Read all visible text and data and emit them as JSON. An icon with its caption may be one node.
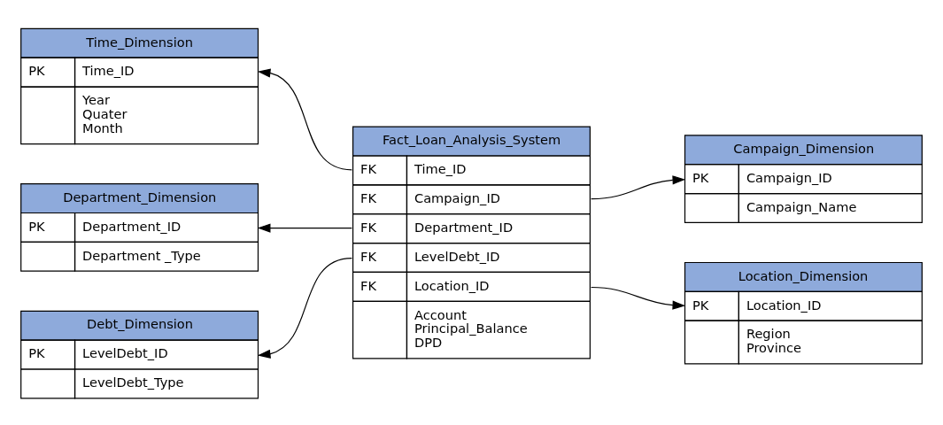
{
  "diagram": {
    "nodes": [
      {
        "text": [
          "Time_Dimension",
          "PK",
          "Time_ID",
          "Year",
          "Quater",
          "Month"
        ]
      },
      {
        "text": [
          "Fact_Loan_Analysis_System",
          "FK",
          "Time_ID",
          "FK",
          "Campaign_ID",
          "FK",
          "Department_ID",
          "FK",
          "LevelDebt_ID",
          "FK",
          "Location_ID",
          "Account",
          "Principal_Balance",
          "DPD"
        ]
      },
      {
        "text": [
          "Campaign_Dimension",
          "PK",
          "Campaign_ID",
          "Campaign_Name"
        ]
      },
      {
        "text": [
          "Department_Dimension",
          "PK",
          "Department_ID",
          "Department _Type"
        ]
      },
      {
        "text": [
          "Debt_Dimension",
          "PK",
          "LevelDebt_ID",
          "LevelDebt_Type"
        ]
      },
      {
        "text": [
          "Location_Dimension",
          "PK",
          "Location_ID",
          "Region",
          "Province"
        ]
      }
    ],
    "edges": [
      {
        "from": 1,
        "to": 0,
        "arrow": "to"
      },
      {
        "from": 1,
        "to": 2,
        "arrow": "to"
      },
      {
        "from": 1,
        "to": 3,
        "arrow": "to"
      },
      {
        "from": 1,
        "to": 4,
        "arrow": "to"
      },
      {
        "from": 1,
        "to": 5,
        "arrow": "to"
      }
    ]
  }
}
